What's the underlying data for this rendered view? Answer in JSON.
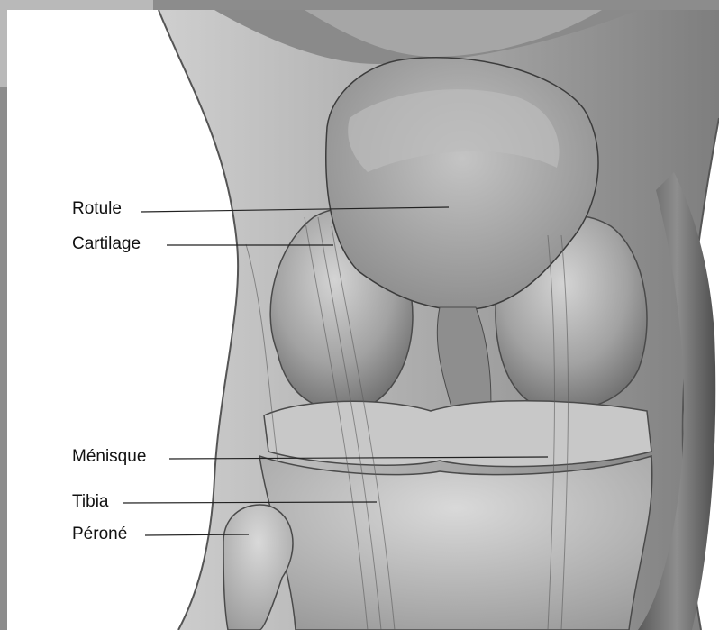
{
  "labels": {
    "rotule": "Rotule",
    "cartilage": "Cartilage",
    "menisque": "Ménisque",
    "tibia": "Tibia",
    "perone": "Péroné"
  }
}
